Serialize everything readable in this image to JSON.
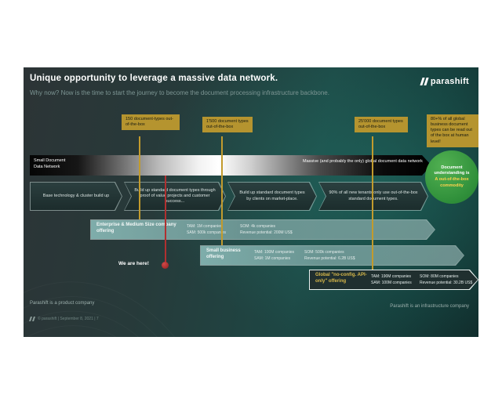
{
  "colors": {
    "gold": "#b5942f",
    "teal_bar": "#4f8f8f",
    "green_circle": "#2f8f3a",
    "red_marker": "#b03030",
    "slide_background": "#1d4744"
  },
  "header": {
    "title": "Unique opportunity to leverage a massive data network.",
    "subtitle": "Why now? Now is the time to start the journey to become the document processing infrastructure backbone.",
    "brand": "parashift"
  },
  "milestones": [
    {
      "label": "150 document-types out-of-the-box"
    },
    {
      "label": "1'500 document types out-of-the-box"
    },
    {
      "label": "25'000 document types out-of-the-box"
    }
  ],
  "highlight_box": {
    "text": "80+% of all global business document types can be read out of the box at human level!"
  },
  "network_bar": {
    "left_label": "Small Document\nData Network",
    "right_label": "Massive (and probably the only) global document data network"
  },
  "commodity_circle": {
    "line1": "Document understanding is",
    "line2": "A out-of-the-box commodity"
  },
  "phases": [
    {
      "label": "Base technology & cluster build up"
    },
    {
      "label": "Build up standard document types through proof of value projects and customer success..."
    },
    {
      "label": "Build up standard document types by clients on market-place."
    },
    {
      "label": "90% of all new tenants only use out-of-the-box standard document types."
    }
  ],
  "offerings": [
    {
      "name": "Enterprise & Medium Size company offering",
      "tam": "TAM: 1M companies",
      "sam": "SAM: 500k companies",
      "som": "SOM: 4k companies",
      "revenue": "Revenue potential: 200M US$"
    },
    {
      "name": "Small business offering",
      "tam": "TAM: 100M companies",
      "sam": "SAM: 1M companies",
      "som": "SOM: 500k companies",
      "revenue": "Revenue potential: 6.2B US$"
    },
    {
      "name": "Global \"no-config. API-only\" offering",
      "tam": "TAM: 190M companies",
      "sam": "SAM: 100M companies",
      "som": "SOM: 80M companies",
      "revenue": "Revenue potential: 30.2B US$"
    }
  ],
  "marker": {
    "label": "We are here!"
  },
  "footnotes": {
    "left": "Parashift is a product company",
    "right": "Parashift is an infrastructure company"
  },
  "footer": {
    "text": "© parashift  |  September 8, 2021  |  7"
  }
}
